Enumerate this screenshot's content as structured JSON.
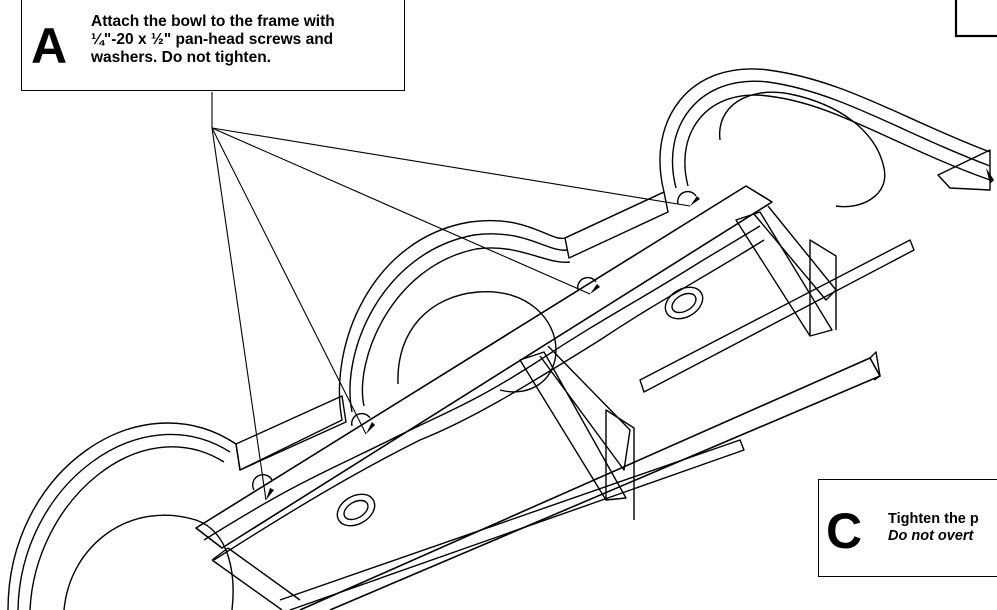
{
  "callout_a": {
    "letter": "A",
    "lines": [
      "Attach the bowl to the frame with",
      "¼\"-20 x ½\" pan-head screws and",
      "washers. Do not tighten."
    ]
  },
  "callout_c": {
    "letter": "C",
    "line1": "Tighten the p",
    "line2": "Do not overt"
  },
  "colors": {
    "line": "#000000",
    "accent_check": "#e8212b",
    "background": "#ffffff"
  }
}
